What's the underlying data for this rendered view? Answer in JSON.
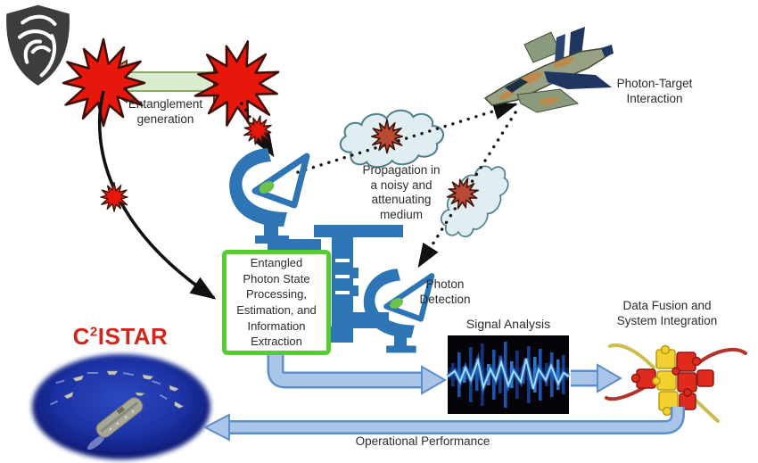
{
  "title": "Entangled photon quantum sensing concept diagram",
  "labels": {
    "entanglement_generation": "Entanglement\ngeneration",
    "propagation_medium": "Propagation in\na noisy and\nattenuating\nmedium",
    "photon_target_interaction": "Photon-Target\nInteraction",
    "photon_state_processing": "Entangled\nPhoton State\nProcessing,\nEstimation, and\nInformation\nExtraction",
    "photon_detection": "Photon\nDetection",
    "signal_analysis": "Signal Analysis",
    "data_fusion": "Data Fusion and\nSystem Integration",
    "operational_performance": "Operational Performance",
    "c2istar_prefix": "C",
    "c2istar_sup": "2",
    "c2istar_rest": "ISTAR"
  },
  "colors": {
    "starburst_red": "#e8170b",
    "photon_red": "#b94a33",
    "dish_blue": "#2e75b6",
    "box_green": "#55cc2f",
    "flow_arrow_fill": "#a9c6e8",
    "flow_arrow_border": "#5e8fc9",
    "entangle_arrow_green": "#d9ecd0",
    "entangle_arrow_orange": "#c97a3a",
    "cloud_fill": "#e0eef2",
    "cloud_border": "#4f7f8d",
    "c2istar_red": "#d0261b",
    "puzzle_red": "#df2b1e",
    "puzzle_yellow": "#f2d12e",
    "ocean_blue": "#1d33a6",
    "logo_gray": "#3d3d3d"
  }
}
